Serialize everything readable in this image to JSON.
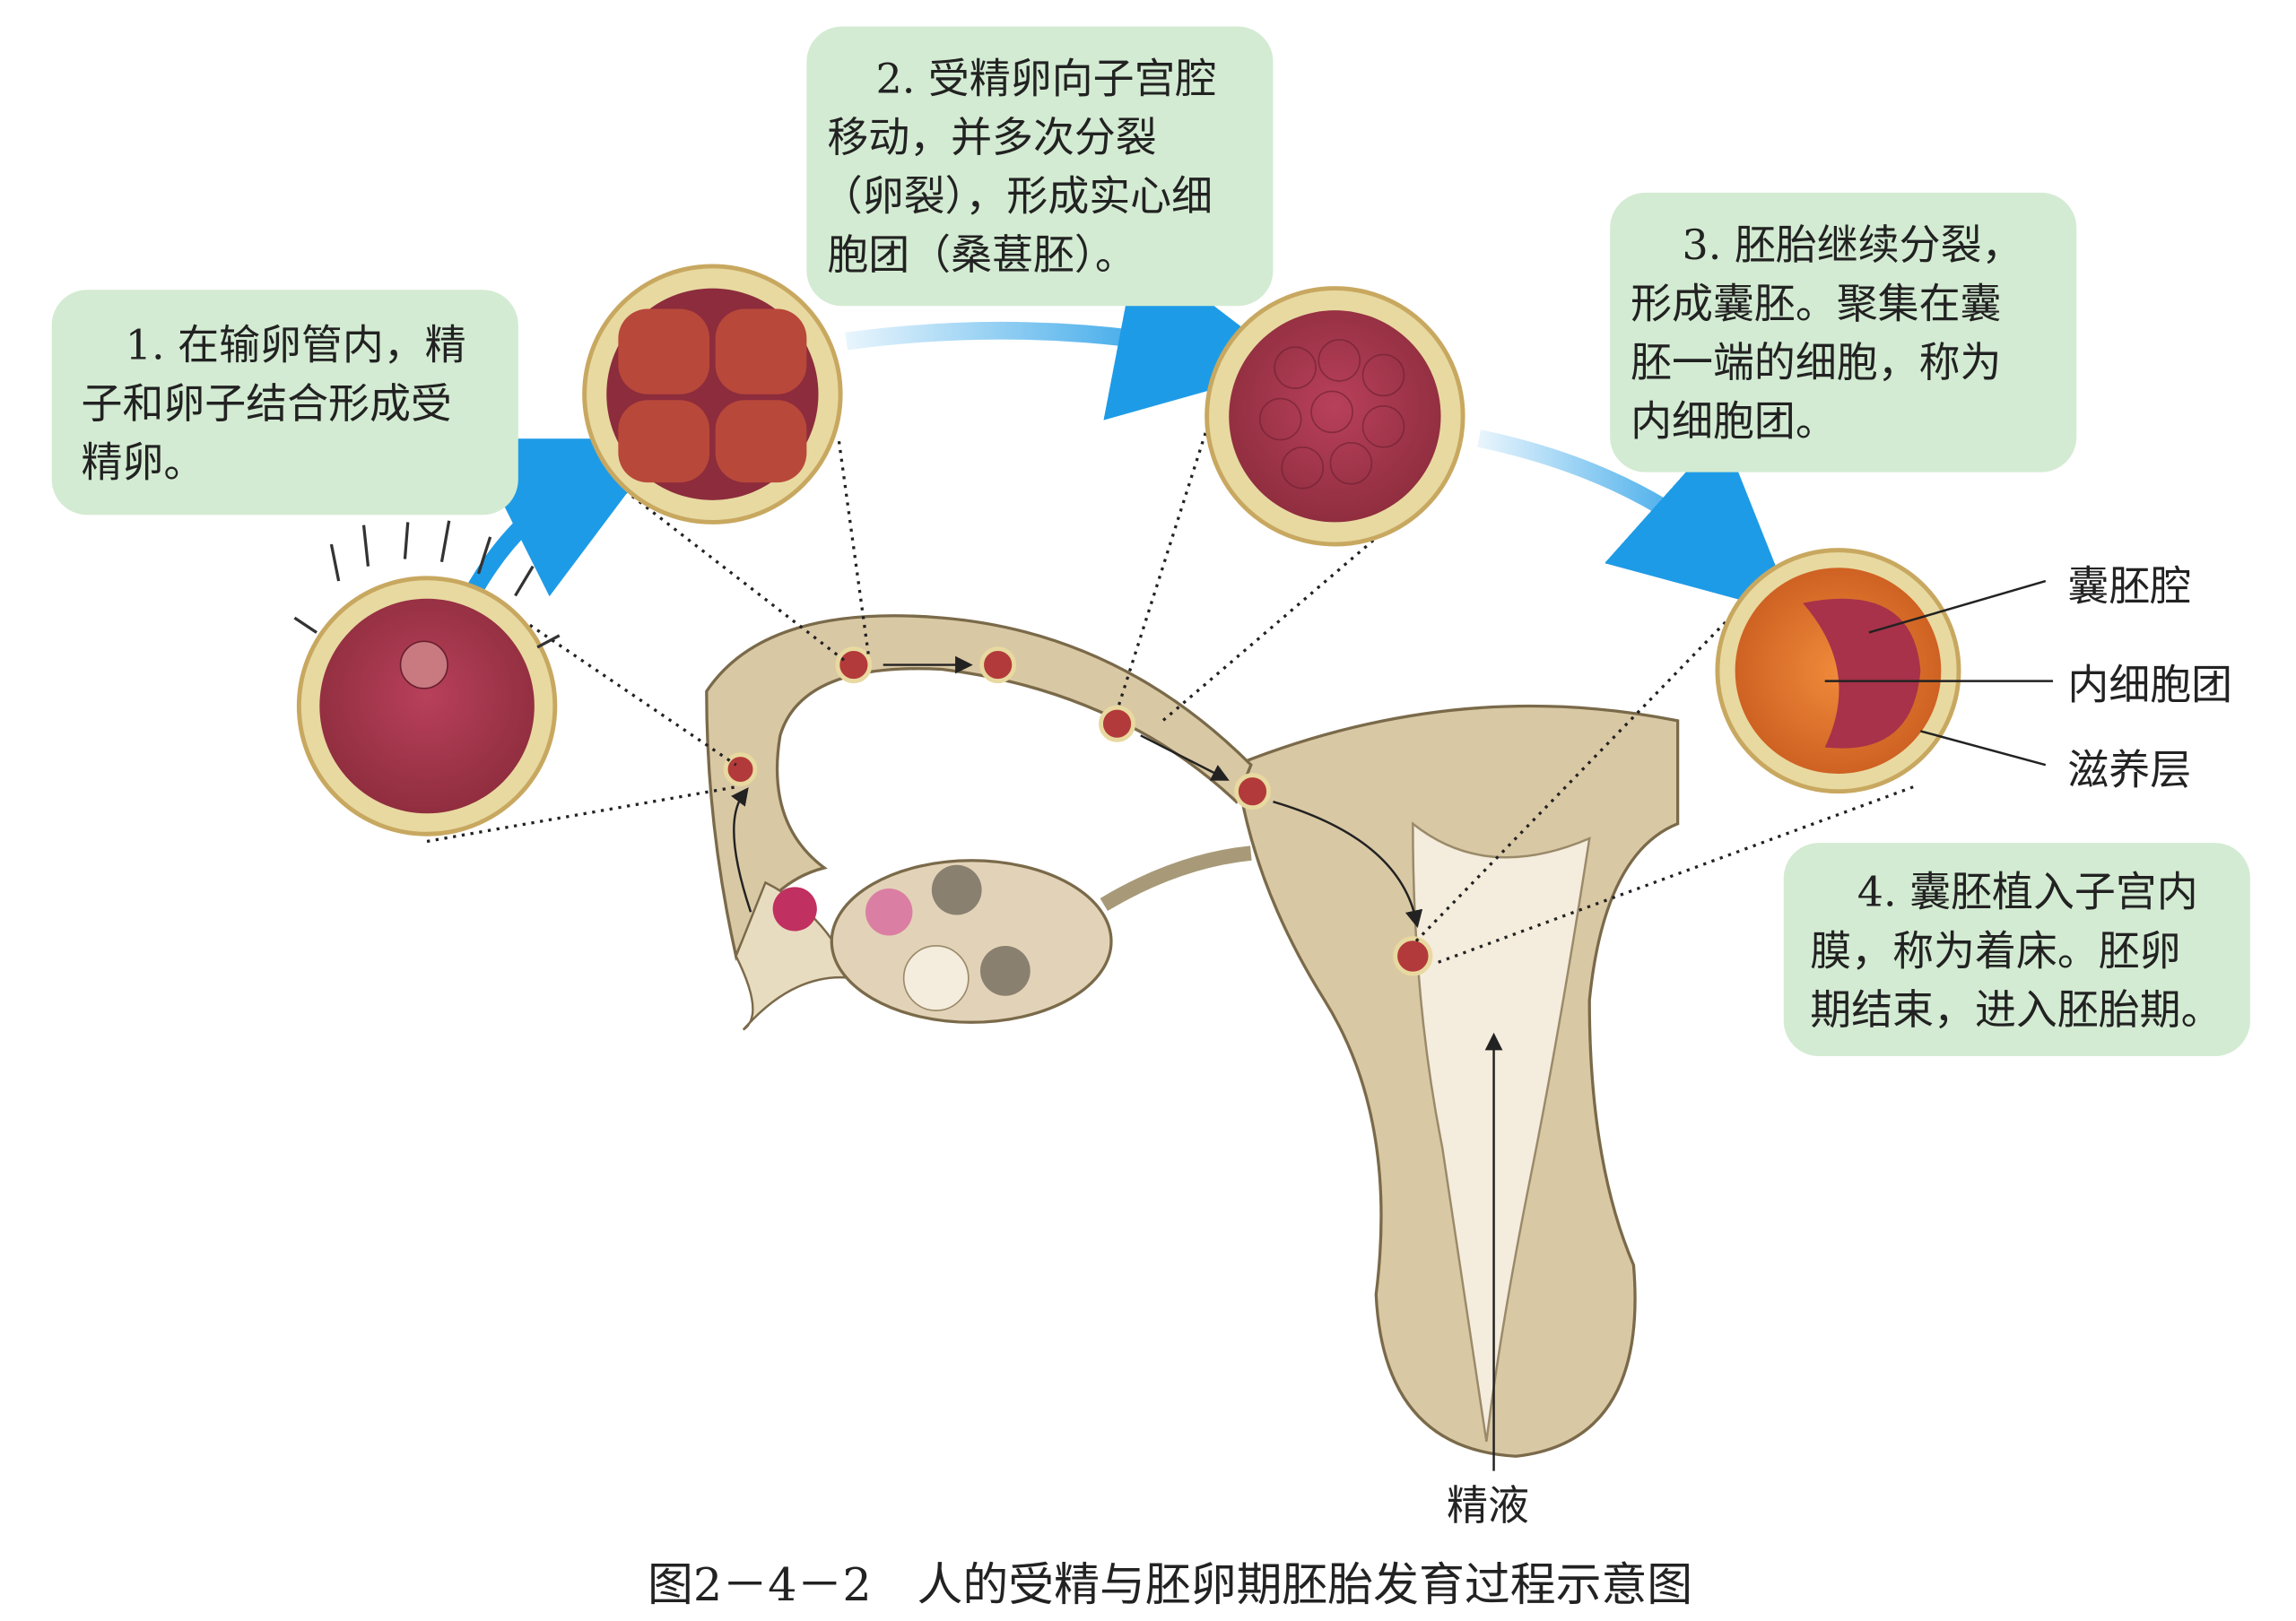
{
  "steps": [
    {
      "lines": [
        "1. 在输卵管内，精",
        "子和卵子结合形成受",
        "精卵。"
      ]
    },
    {
      "lines": [
        "2. 受精卵向子宫腔",
        "移动，并多次分裂",
        "（卵裂），形成实心细",
        "胞团（桑葚胚）。"
      ]
    },
    {
      "lines": [
        "3. 胚胎继续分裂，",
        "形成囊胚。聚集在囊",
        "胚一端的细胞，称为",
        "内细胞团。"
      ]
    },
    {
      "lines": [
        "4. 囊胚植入子宫内",
        "膜，称为着床。胚卵",
        "期结束，进入胚胎期。"
      ]
    }
  ],
  "labels": {
    "blastocoel": "囊胚腔",
    "inner_cell_mass": "内细胞团",
    "trophoblast": "滋养层",
    "semen": "精液"
  },
  "caption": "图2－4－2　人的受精与胚卵期胚胎发育过程示意图",
  "colors": {
    "box": "#d3ebd2",
    "arrow": "#1e9be6",
    "cell": "#a8324a",
    "zona": "#e8d9a0",
    "tissue": "#d9c8a4"
  }
}
